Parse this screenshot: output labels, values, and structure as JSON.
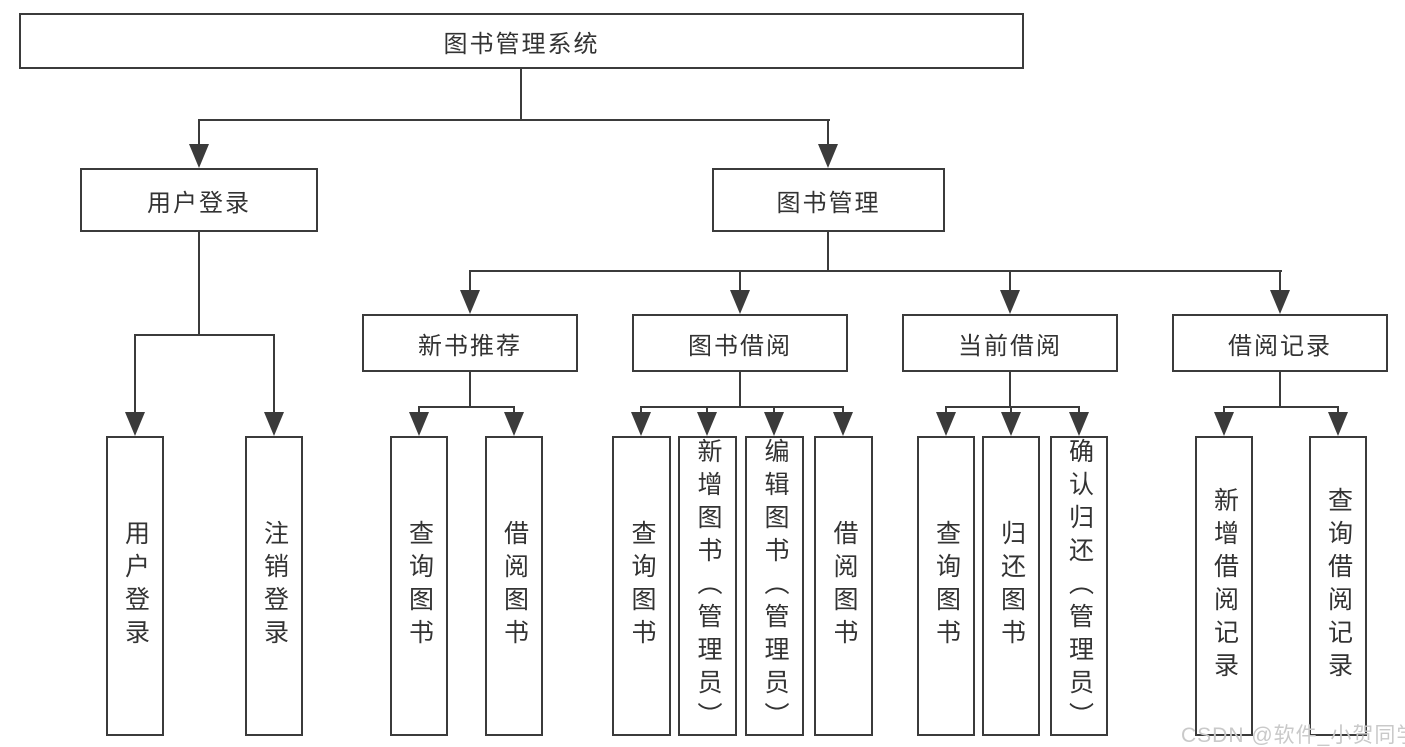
{
  "diagram": {
    "type": "hierarchy-tree",
    "root": {
      "label": "图书管理系统"
    },
    "children": [
      {
        "label": "用户登录",
        "children": [
          {
            "label": "用户登录"
          },
          {
            "label": "注销登录"
          }
        ]
      },
      {
        "label": "图书管理",
        "children": [
          {
            "label": "新书推荐",
            "children": [
              {
                "label": "查询图书"
              },
              {
                "label": "借阅图书"
              }
            ]
          },
          {
            "label": "图书借阅",
            "children": [
              {
                "label": "查询图书"
              },
              {
                "label": "新增图书（管理员）"
              },
              {
                "label": "编辑图书（管理员）"
              },
              {
                "label": "借阅图书"
              }
            ]
          },
          {
            "label": "当前借阅",
            "children": [
              {
                "label": "查询图书"
              },
              {
                "label": "归还图书"
              },
              {
                "label": "确认归还（管理员）"
              }
            ]
          },
          {
            "label": "借阅记录",
            "children": [
              {
                "label": "新增借阅记录"
              },
              {
                "label": "查询借阅记录"
              }
            ]
          }
        ]
      }
    ]
  },
  "watermark": {
    "text": "CSDN @软件_小贺同学"
  },
  "colors": {
    "line": "#3b3b3b",
    "text": "#333333",
    "box_background": "#ffffff",
    "watermark": "#c9c9c9"
  }
}
